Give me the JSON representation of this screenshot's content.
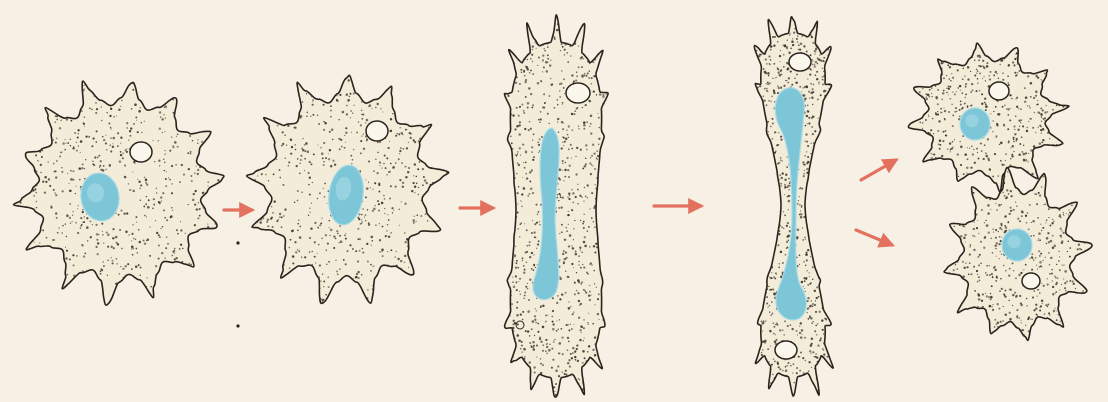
{
  "figure": {
    "stages": [
      {
        "name": "amoeba-stage-1"
      },
      {
        "name": "amoeba-stage-2"
      },
      {
        "name": "amoeba-stage-3"
      },
      {
        "name": "amoeba-stage-4"
      },
      {
        "name": "amoeba-daughter-top"
      },
      {
        "name": "amoeba-daughter-bottom"
      }
    ],
    "colors": {
      "background": "#f6f1e4",
      "cytoplasm": "#f3ecd9",
      "outline": "#2a241e",
      "stipple": "#3a3128",
      "nucleus": "#7cc6d8",
      "nucleus_light": "#a9dbe6",
      "vacuole": "#fbf7ec",
      "arrow": "#e2725f"
    },
    "arrows": [
      {
        "name": "arrow-1-to-2"
      },
      {
        "name": "arrow-2-to-3"
      },
      {
        "name": "arrow-3-to-4"
      },
      {
        "name": "arrow-to-daughter-top"
      },
      {
        "name": "arrow-to-daughter-bottom"
      }
    ]
  }
}
